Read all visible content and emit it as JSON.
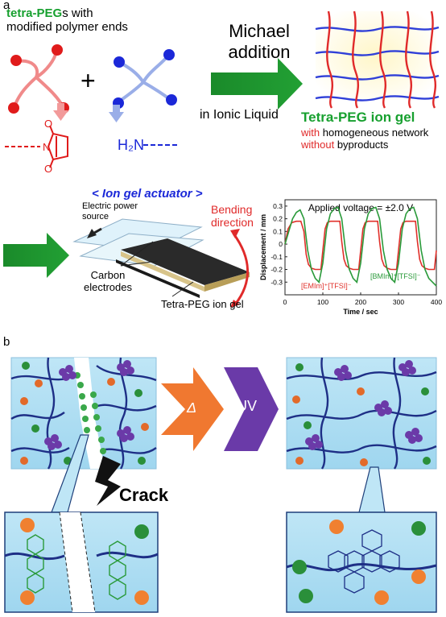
{
  "panel_a": {
    "label": "a",
    "precursor_line1_green": "tetra-PEG",
    "precursor_line1_rest": "s with",
    "precursor_line2": "modified polymer ends",
    "plus": "+",
    "amine": "H₂N",
    "reaction_line1": "Michael",
    "reaction_line2": "addition",
    "solvent": "in Ionic Liquid",
    "product_title": "Tetra-PEG ion gel",
    "product_with": "with",
    "product_with_rest": " homogeneous network",
    "product_without": "without",
    "product_without_rest": " byproducts",
    "actuator_title": "< Ion gel actuator >",
    "power_source": "Electric power\nsource",
    "bending": "Bending\ndirection",
    "electrodes": "Carbon\nelectrodes",
    "gel_layer": "Tetra-PEG ion gel"
  },
  "panel_b": {
    "label": "b",
    "heat": "Δ",
    "uv": "UV",
    "crack": "Crack"
  },
  "chart_data": {
    "type": "line",
    "title": "Applied voltage = ±2.0 V",
    "xlabel": "Time / sec",
    "ylabel": "Displacement / mm",
    "xlim": [
      0,
      400
    ],
    "ylim": [
      -0.4,
      0.35
    ],
    "xticks": [
      "0",
      "100",
      "200",
      "300",
      "400"
    ],
    "yticks": [
      "0.3",
      "0.2",
      "0.1",
      "0",
      "-0.1",
      "-0.2",
      "-0.3"
    ],
    "series": [
      {
        "name": "[EMIm]⁺[TFSI]⁻",
        "color": "#e0302a",
        "x": [
          0,
          8,
          18,
          30,
          42,
          50,
          56,
          62,
          70,
          80,
          95,
          100,
          106,
          112,
          120,
          130,
          145,
          150,
          156,
          162,
          170,
          180,
          195,
          200,
          206,
          212,
          220,
          230,
          245,
          250,
          256,
          262,
          270,
          280,
          295,
          300,
          306,
          312,
          320,
          330,
          345,
          350,
          356,
          362,
          370,
          380,
          395,
          400
        ],
        "y": [
          0.0,
          0.12,
          0.17,
          0.18,
          0.18,
          0.1,
          -0.08,
          -0.16,
          -0.19,
          -0.2,
          -0.2,
          -0.05,
          0.12,
          0.17,
          0.18,
          0.18,
          0.18,
          0.02,
          -0.12,
          -0.17,
          -0.19,
          -0.2,
          -0.2,
          -0.05,
          0.12,
          0.17,
          0.18,
          0.18,
          0.18,
          0.02,
          -0.12,
          -0.17,
          -0.19,
          -0.2,
          -0.2,
          -0.05,
          0.12,
          0.17,
          0.18,
          0.18,
          0.18,
          0.02,
          -0.12,
          -0.17,
          -0.19,
          -0.2,
          -0.2,
          -0.05
        ]
      },
      {
        "name": "[BMIm]⁺[TFSI]⁻",
        "color": "#2a9a3a",
        "x": [
          0,
          10,
          20,
          30,
          40,
          50,
          60,
          70,
          80,
          90,
          100,
          110,
          120,
          130,
          140,
          150,
          160,
          170,
          180,
          190,
          200,
          210,
          220,
          230,
          240,
          250,
          260,
          270,
          280,
          290,
          300,
          310,
          320,
          330,
          340,
          350,
          360,
          370,
          380,
          390,
          400
        ],
        "y": [
          0.0,
          0.1,
          0.2,
          0.25,
          0.27,
          0.2,
          -0.05,
          -0.2,
          -0.27,
          -0.3,
          -0.15,
          0.12,
          0.24,
          0.28,
          0.29,
          0.2,
          -0.05,
          -0.2,
          -0.27,
          -0.3,
          -0.15,
          0.12,
          0.24,
          0.28,
          0.29,
          0.2,
          -0.05,
          -0.2,
          -0.27,
          -0.3,
          -0.15,
          0.12,
          0.24,
          0.28,
          0.29,
          0.2,
          -0.05,
          -0.2,
          -0.27,
          -0.3,
          -0.33
        ]
      }
    ]
  }
}
